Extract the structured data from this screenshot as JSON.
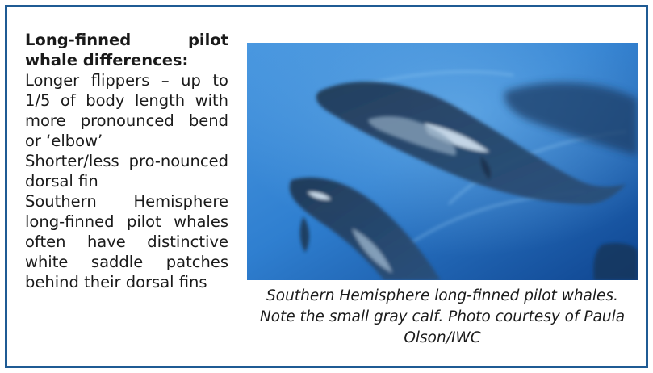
{
  "panel": {
    "heading": "Long-finned pilot whale differences:",
    "lines": [
      "Longer flippers – up to 1/5 of body length with more pronounced bend or ‘elbow’",
      "Shorter/less pro-nounced dorsal fin",
      "Southern Hemisphere long-finned pilot whales often have distinctive white saddle patches behind their dorsal fins"
    ]
  },
  "photo": {
    "caption": "Southern Hemisphere long-finned pilot whales. Note the small gray calf. Photo courtesy of Paula Olson/IWC"
  },
  "colors": {
    "border": "#1f5b94",
    "water_light": "#3f8fd8",
    "water_dark": "#0d3f86"
  }
}
